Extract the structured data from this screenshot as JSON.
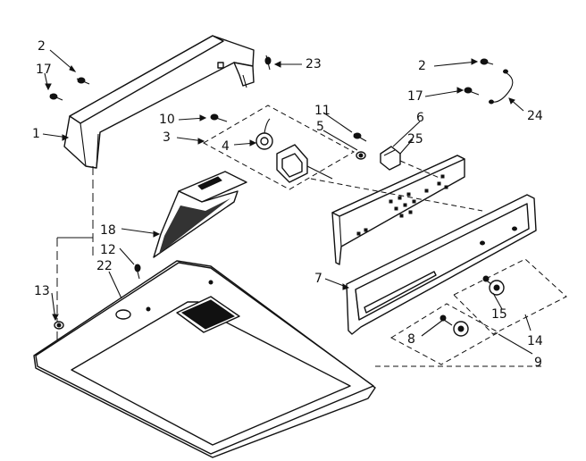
{
  "callouts": {
    "c1": "1",
    "c2a": "2",
    "c2b": "2",
    "c3": "3",
    "c4": "4",
    "c5": "5",
    "c6": "6",
    "c7": "7",
    "c8": "8",
    "c9": "9",
    "c10": "10",
    "c11": "11",
    "c12": "12",
    "c13": "13",
    "c14": "14",
    "c15": "15",
    "c17a": "17",
    "c17b": "17",
    "c18": "18",
    "c22": "22",
    "c23": "23",
    "c24": "24",
    "c25": "25"
  }
}
